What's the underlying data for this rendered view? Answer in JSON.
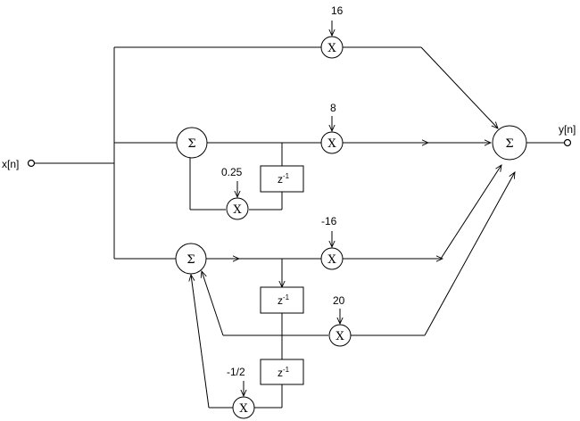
{
  "io": {
    "input_label": "x[n]",
    "output_label": "y[n]"
  },
  "symbols": {
    "multiply": "X",
    "sum": "Σ",
    "delay_base": "z",
    "delay_exp": "-1"
  },
  "gains": {
    "top": "16",
    "second": "8",
    "feedback1": "0.25",
    "third": "-16",
    "fourth": "20",
    "feedback2": "-1/2"
  }
}
